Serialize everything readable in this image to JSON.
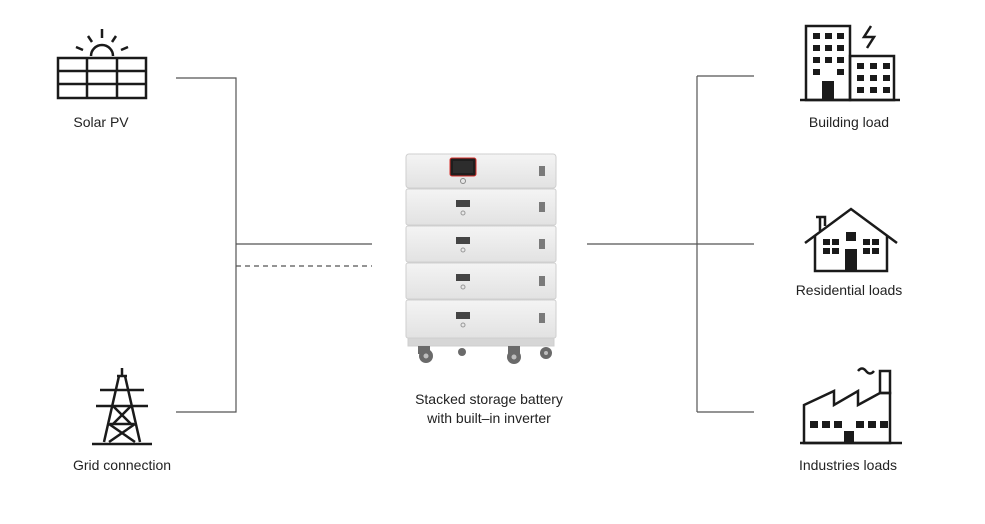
{
  "sources": {
    "solar": {
      "label": "Solar PV",
      "icon": "solar-panel-icon"
    },
    "grid": {
      "label": "Grid connection",
      "icon": "transmission-tower-icon"
    }
  },
  "storage": {
    "caption_line1": "Stacked storage battery",
    "caption_line2": "with built–in inverter",
    "icon": "stacked-battery-icon"
  },
  "loads": {
    "building": {
      "label": "Building load",
      "icon": "office-building-icon"
    },
    "residential": {
      "label": "Residential loads",
      "icon": "house-icon"
    },
    "industrial": {
      "label": "Industries loads",
      "icon": "factory-icon"
    }
  },
  "colors": {
    "line": "#555555",
    "icon": "#1a1a1a",
    "battery_body": "#ececec",
    "screen_accent": "#d9302c"
  }
}
